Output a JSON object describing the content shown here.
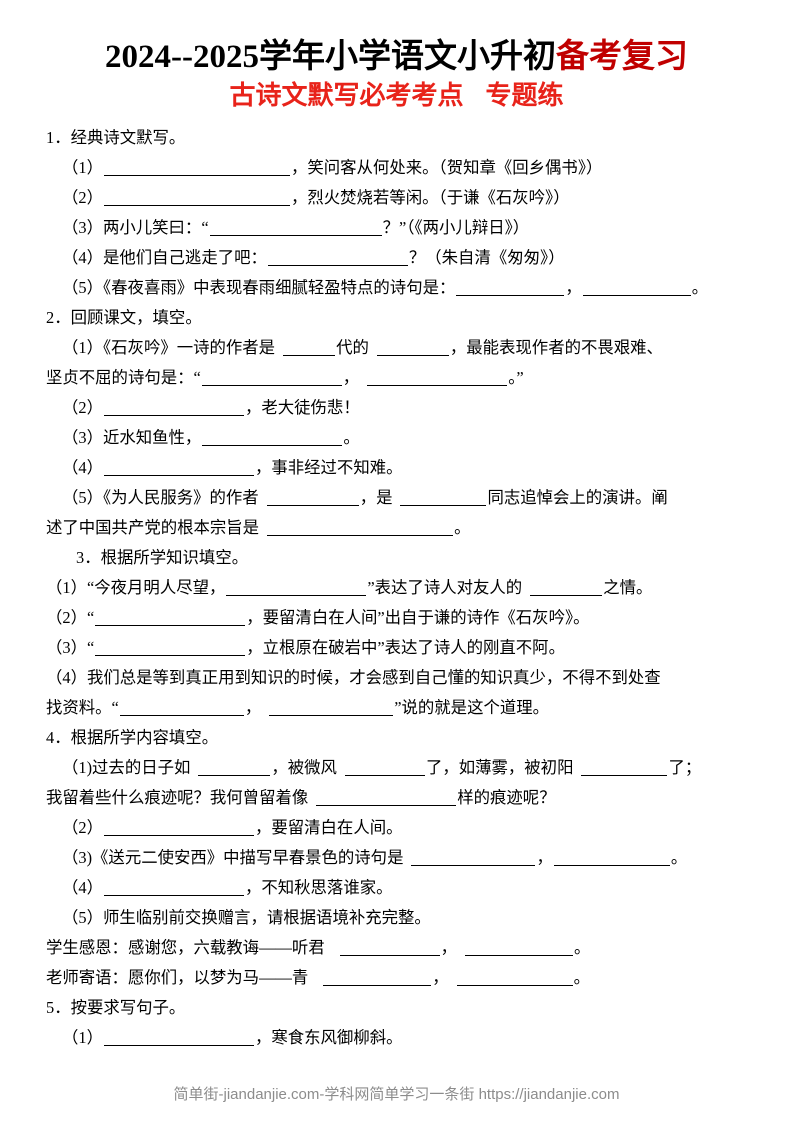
{
  "document": {
    "title_main_black": "2024--2025学年小学语文小升初",
    "title_main_red": "备考复习",
    "title_sub_left": "古诗文默写必考考点",
    "title_sub_right": "专题练",
    "colors": {
      "title_red": "#c00000",
      "subtitle_red": "#e8231a",
      "text_black": "#000000",
      "watermark_gray": "#8c8c8c",
      "page_background": "#ffffff"
    }
  },
  "sections": {
    "s1": {
      "heading": "1．经典诗文默写。",
      "q1_label": "（1）",
      "q1_after": "，笑问客从何处来。（贺知章《回乡偶书》）",
      "q2_label": "（2）",
      "q2_after": "，烈火焚烧若等闲。（于谦《石灰吟》）",
      "q3_label": "（3）两小儿笑曰：“",
      "q3_after": "？”（《两小儿辩日》）",
      "q4_label": "（4）是他们自己逃走了吧：",
      "q4_after": "？（朱自清《匆匆》）",
      "q5_label": "（5）《春夜喜雨》中表现春雨细腻轻盈特点的诗句是：",
      "q5_mid": "，",
      "q5_after": "。"
    },
    "s2": {
      "heading": "2．回顾课文，填空。",
      "q1_a": "（1）《石灰吟》一诗的作者是",
      "q1_b": "代的",
      "q1_c": "，最能表现作者的不畏艰难、",
      "q1_line2_a": "坚贞不屈的诗句是：“",
      "q1_line2_b": "，",
      "q1_line2_c": "。”",
      "q2_label": "（2）",
      "q2_after": "，老大徒伤悲！",
      "q3_label": "（3）近水知鱼性，",
      "q3_after": "。",
      "q4_label": "（4）",
      "q4_after": "，事非经过不知难。",
      "q5_a": "（5）《为人民服务》的作者",
      "q5_b": "，是",
      "q5_c": "同志追悼会上的演讲。阐",
      "q5_line2_a": "述了中国共产党的根本宗旨是",
      "q5_line2_b": "。"
    },
    "s3": {
      "heading": "3．根据所学知识填空。",
      "q1_a": "（1）“今夜月明人尽望，",
      "q1_b": "”表达了诗人对友人的",
      "q1_c": "之情。",
      "q2_a": "（2）“",
      "q2_b": "，要留清白在人间”出自于谦的诗作《石灰吟》。",
      "q3_a": "（3）“",
      "q3_b": "，立根原在破岩中”表达了诗人的刚直不阿。",
      "q4_line1": "（4）我们总是等到真正用到知识的时候，才会感到自己懂的知识真少，不得不到处查",
      "q4_line2_a": "找资料。“",
      "q4_line2_b": "，",
      "q4_line2_c": "”说的就是这个道理。"
    },
    "s4": {
      "heading": "4．根据所学内容填空。",
      "q1_a": "（1)过去的日子如",
      "q1_b": "，被微风",
      "q1_c": "了，如薄雾，被初阳",
      "q1_d": "了；",
      "q1_line2_a": "我留着些什么痕迹呢？我何曾留着像",
      "q1_line2_b": "样的痕迹呢？",
      "q2_label": "（2）",
      "q2_after": "，要留清白在人间。",
      "q3_a": "（3)《送元二使安西》中描写早春景色的诗句是",
      "q3_b": "，",
      "q3_c": "。",
      "q4_label": "（4）",
      "q4_after": "，不知秋思落谁家。",
      "q5_label": "（5）师生临别前交换赠言，请根据语境补充完整。",
      "student_a": "学生感恩：感谢您，六载教诲——听君",
      "student_b": "，",
      "student_c": "。",
      "teacher_a": "老师寄语：愿你们，以梦为马——青",
      "teacher_b": "，",
      "teacher_c": "。"
    },
    "s5": {
      "heading": "5．按要求写句子。",
      "q1_label": "（1）",
      "q1_after": "，寒食东风御柳斜。"
    }
  },
  "footer": {
    "watermark": "简单街-jiandanjie.com-学科网简单学习一条街 https://jiandanjie.com"
  }
}
